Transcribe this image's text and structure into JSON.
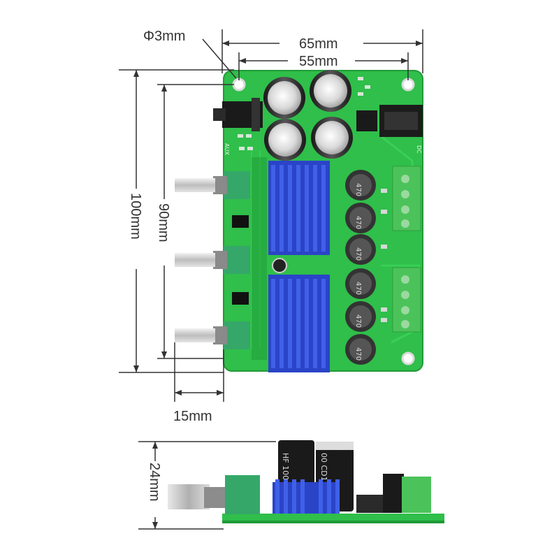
{
  "dimensions": {
    "hole": "Φ3mm",
    "width_outer": "65mm",
    "width_inner": "55mm",
    "height_outer": "100mm",
    "height_inner": "90mm",
    "knob_offset": "15mm",
    "side_height": "24mm"
  },
  "board": {
    "inductor_label": "470",
    "aux_label": "AUX",
    "dc_label": "DC",
    "cap_label_1": "HF 100",
    "cap_label_2": "00 CD11"
  },
  "colors": {
    "pcb": "#2fbf4a",
    "pcb_dark": "#1f9a36",
    "heatsink": "#2a44c8",
    "terminal": "#4cc35a",
    "pot_housing": "#35a869",
    "knob": "#cfcfcf",
    "dim_line": "#333333"
  },
  "icons": [
    "capacitor-icon",
    "inductor-icon",
    "heatsink-icon",
    "potentiometer-icon",
    "audio-jack-icon",
    "dc-jack-icon",
    "screw-terminal-icon",
    "chip-icon",
    "mounting-hole-icon"
  ]
}
